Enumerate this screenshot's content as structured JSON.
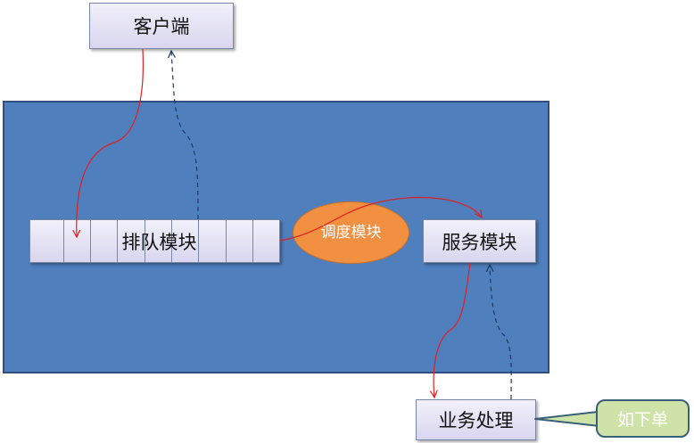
{
  "nodes": {
    "client": "客户端",
    "queue_module": "排队模块",
    "scheduler_module": "调度模块",
    "service_module": "服务模块",
    "business_processing": "业务处理"
  },
  "callout": "如下单",
  "colors": {
    "frame_fill": "#4f7fbd",
    "box_fill": "#e6e4f5",
    "scheduler_fill": "#f09040",
    "request_arrow": "#e02020",
    "response_arrow": "#1f3a5f",
    "callout_fill": "#cfe3a8"
  }
}
